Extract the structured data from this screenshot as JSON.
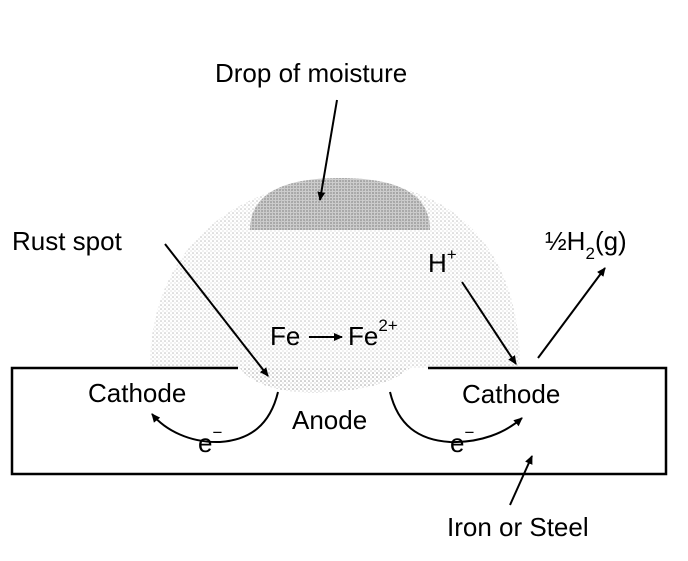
{
  "labels": {
    "drop": "Drop of moisture",
    "rust": "Rust spot",
    "h2": "½H",
    "h2_sub": "2",
    "h2_tail": "(g)",
    "hplus": "H",
    "hplus_sup": "+",
    "fe": "Fe",
    "fe2": "Fe",
    "fe2_sup": "2+",
    "cathode_left": "Cathode",
    "cathode_right": "Cathode",
    "anode": "Anode",
    "e_left": "e",
    "e_left_sup": "−",
    "e_right": "e",
    "e_right_sup": "−",
    "iron": "Iron or Steel"
  }
}
